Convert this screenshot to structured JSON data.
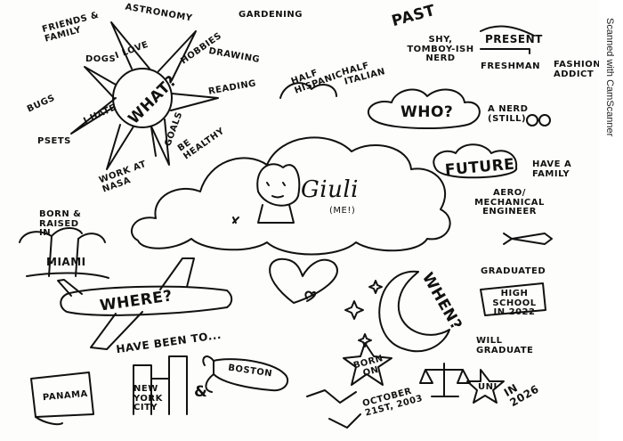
{
  "sidebar": {
    "watermark": "Scanned with CamScanner"
  },
  "center": {
    "name": "Giuli",
    "me": "(ME!)"
  },
  "what": {
    "hub": "WHAT?",
    "love": "I LOVE",
    "hate": "I HATE",
    "goals": "GOALS",
    "hobbies": "HOBBIES",
    "friends": "FRIENDS & FAMILY",
    "dogs": "DOGS",
    "astronomy": "ASTRONOMY",
    "bugs": "BUGS",
    "psets": "PSETS",
    "work": "WORK AT NASA",
    "healthy": "BE HEALTHY",
    "gardening": "GARDENING",
    "drawing": "DRAWING",
    "reading": "READING"
  },
  "who": {
    "hub": "WHO?",
    "half_hispanic": "HALF HISPANIC",
    "half_italian": "HALF ITALIAN",
    "past": "PAST",
    "past_desc": "SHY, TOMBOY-ISH NERD",
    "present": "PRESENT",
    "freshman": "FRESHMAN",
    "fashion": "FASHION ADDICT",
    "nerd_still": "A NERD (STILL)",
    "future": "FUTURE",
    "family": "HAVE A FAMILY",
    "engineer": "AERO/ MECHANICAL ENGINEER"
  },
  "where": {
    "hub": "WHERE?",
    "born": "BORN & RAISED IN",
    "miami": "MIAMI",
    "been": "HAVE BEEN TO...",
    "panama": "PANAMA",
    "nyc": "NEW YORK CITY",
    "amp": "&",
    "boston": "BOSTON"
  },
  "when": {
    "hub": "WHEN?",
    "graduated": "GRADUATED",
    "hs": "HIGH SCHOOL IN 2022",
    "will": "WILL GRADUATE",
    "uni": "UNI",
    "in2026": "IN 2026",
    "born_on": "BORN ON",
    "date": "OCTOBER 21ST, 2003"
  }
}
